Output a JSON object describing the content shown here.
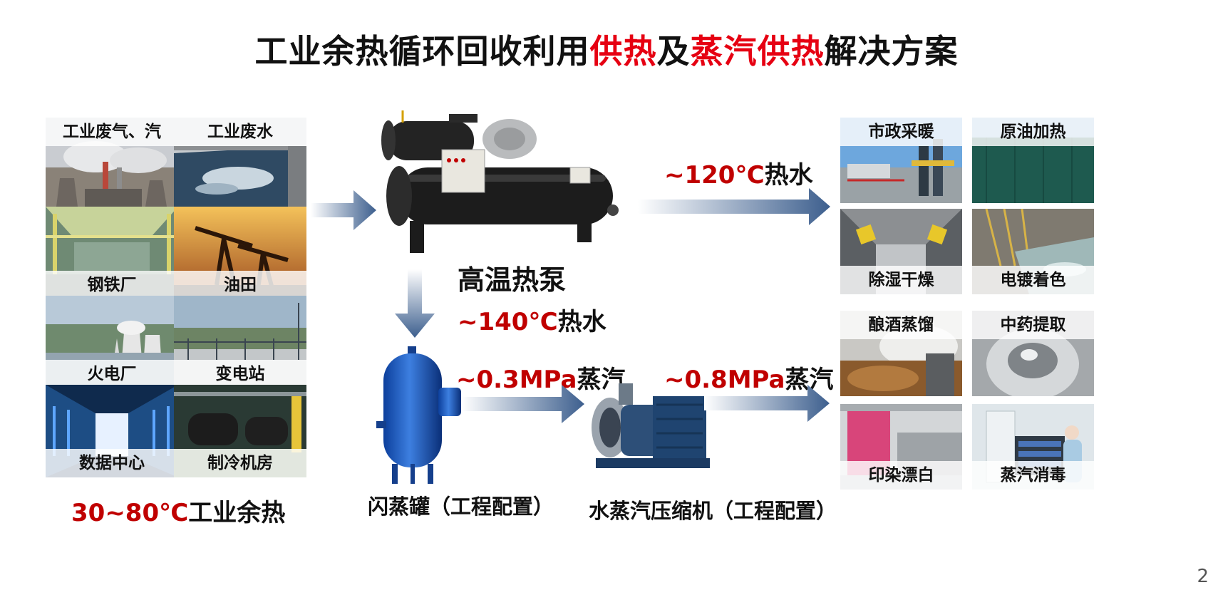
{
  "title": {
    "part1": "工业余热循环回收利用",
    "hl1": "供热",
    "part2": "及",
    "hl2": "蒸汽供热",
    "part3": "解决方案"
  },
  "sources": [
    {
      "label": "工业废气、汽",
      "icon": "factory-chimney-photo"
    },
    {
      "label": "工业废水",
      "icon": "wastewater-pool-photo"
    },
    {
      "label": "钢铁厂",
      "icon": "steel-plant-photo"
    },
    {
      "label": "油田",
      "icon": "oil-pump-photo"
    },
    {
      "label": "火电厂",
      "icon": "cooling-tower-photo"
    },
    {
      "label": "变电站",
      "icon": "substation-photo"
    },
    {
      "label": "数据中心",
      "icon": "server-room-photo"
    },
    {
      "label": "制冷机房",
      "icon": "chiller-room-photo"
    }
  ],
  "source_caption": {
    "red": "30~80℃",
    "black": "工业余热"
  },
  "heat_pump_label": "高温热泵",
  "water120": {
    "red": "~120℃",
    "black": "热水"
  },
  "water140": {
    "red": "~140℃",
    "black": "热水"
  },
  "steam03": {
    "red": "~0.3MPa",
    "black": "蒸汽"
  },
  "steam08": {
    "red": "~0.8MPa",
    "black": "蒸汽"
  },
  "flash_tank_label": "闪蒸罐（工程配置）",
  "compressor_label": "水蒸汽压缩机（工程配置）",
  "uses_water": [
    {
      "label": "市政采暖",
      "icon": "district-heating-photo"
    },
    {
      "label": "原油加热",
      "icon": "oil-tank-photo"
    },
    {
      "label": "除湿干燥",
      "icon": "drying-room-photo"
    },
    {
      "label": "电镀着色",
      "icon": "electroplating-photo"
    }
  ],
  "uses_steam": [
    {
      "label": "酿酒蒸馏",
      "icon": "distillery-photo"
    },
    {
      "label": "中药提取",
      "icon": "herbal-extraction-photo"
    },
    {
      "label": "印染漂白",
      "icon": "textile-dyeing-photo"
    },
    {
      "label": "蒸汽消毒",
      "icon": "sterilization-photo"
    }
  ],
  "page_number": "2"
}
